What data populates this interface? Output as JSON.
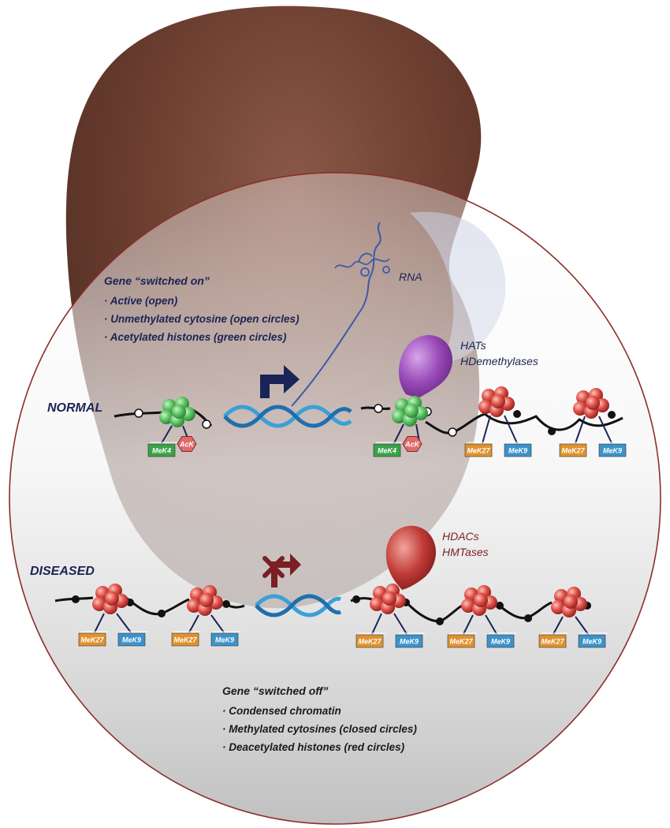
{
  "normal_section": {
    "label": "NORMAL",
    "title": "Gene “switched on”",
    "bullets": [
      "· Active (open)",
      "· Unmethylated cytosine (open circles)",
      "· Acetylated histones (green circles)"
    ],
    "rna_label": "RNA",
    "enzymes": [
      "HATs",
      "HDemethylases"
    ],
    "marks_left": [
      "MeK4",
      "AcK"
    ],
    "marks_right": [
      "MeK4",
      "AcK"
    ],
    "marks_closed": [
      "MeK27",
      "MeK9",
      "MeK27",
      "MeK9"
    ]
  },
  "diseased_section": {
    "label": "DISEASED",
    "title": "Gene “switched off”",
    "bullets": [
      "· Condensed chromatin",
      "· Methylated cytosines (closed circles)",
      "· Deacetylated histones (red circles)"
    ],
    "enzymes": [
      "HDACs",
      "HMTases"
    ],
    "marks_left": [
      "MeK27",
      "MeK9",
      "MeK27",
      "MeK9"
    ],
    "marks_right": [
      "MeK27",
      "MeK9",
      "MeK27",
      "MeK9",
      "MeK27",
      "MeK9"
    ]
  },
  "colors": {
    "navy_text": "#1a2456",
    "brick_text": "#7a1f24",
    "acetylated_histone": "#4fbf5a",
    "deacetylated_histone": "#d9443f",
    "hat_enzyme": "#8a3aa8",
    "hdac_enzyme": "#b02a2d",
    "mek4_tag": "#3aa24a",
    "ack_tag": "#e46a6a",
    "mek27_tag": "#e0922e",
    "mek9_tag": "#3c93c9",
    "dna_helix": "#3aa0d8"
  }
}
